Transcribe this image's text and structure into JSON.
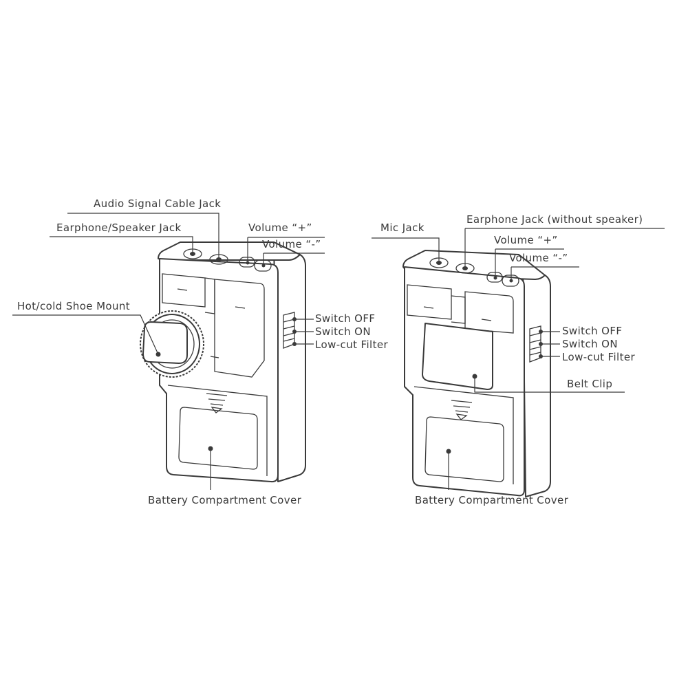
{
  "colors": {
    "line": "#3a3a3a",
    "background": "#ffffff"
  },
  "transmitter": {
    "labels": {
      "audio_signal_cable_jack": "Audio Signal Cable Jack",
      "earphone_speaker_jack": "Earphone/Speaker Jack",
      "volume_plus": "Volume “+”",
      "volume_minus": "Volume “-”",
      "hot_cold_shoe_mount": "Hot/cold Shoe Mount",
      "switch_off": "Switch OFF",
      "switch_on": "Switch ON",
      "low_cut_filter": "Low-cut Filter",
      "battery_compartment_cover": "Battery Compartment Cover"
    }
  },
  "receiver": {
    "labels": {
      "mic_jack": "Mic Jack",
      "earphone_jack": "Earphone Jack (without speaker)",
      "volume_plus": "Volume “+”",
      "volume_minus": "Volume “-”",
      "switch_off": "Switch OFF",
      "switch_on": "Switch ON",
      "low_cut_filter": "Low-cut Filter",
      "belt_clip": "Belt Clip",
      "battery_compartment_cover": "Battery Compartment Cover"
    }
  }
}
